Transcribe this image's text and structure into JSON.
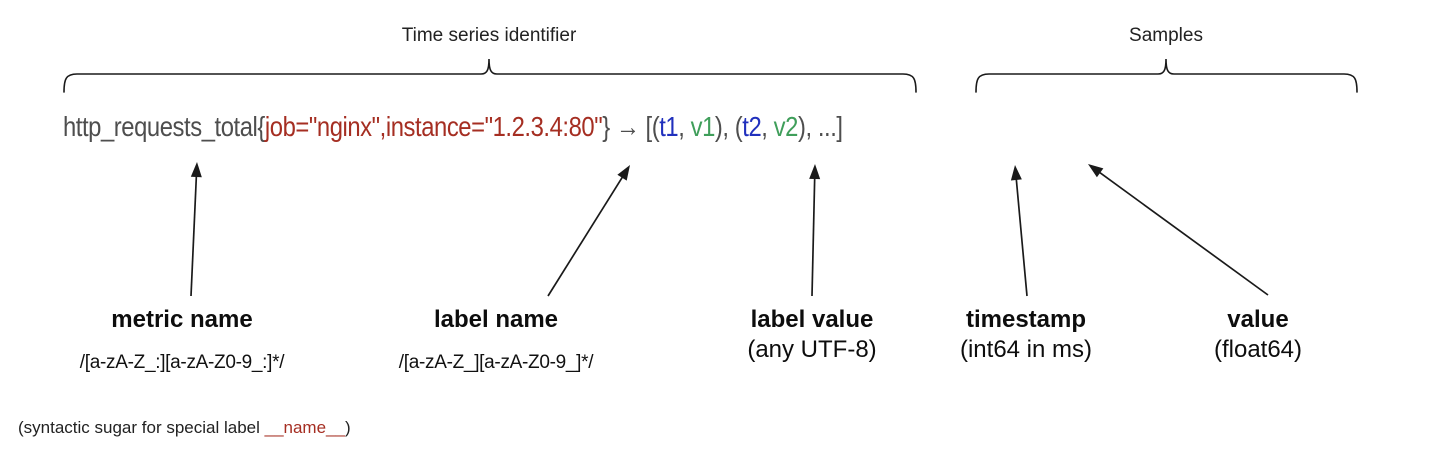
{
  "palette": {
    "code_gray": "#4e4e4e",
    "label_red": "#a52e22",
    "timestamp_blue": "#2030bd",
    "value_green": "#3f9e5a",
    "ink": "#1a1a1a"
  },
  "top": {
    "identifier_label": "Time series identifier",
    "samples_label": "Samples"
  },
  "code": {
    "segments": [
      {
        "text": "http_requests_total",
        "color": "gray",
        "role": "metric-name"
      },
      {
        "text": "{",
        "color": "gray",
        "role": "open-brace"
      },
      {
        "text": "job=\"nginx\",instance=\"1.2.3.4:80\"",
        "color": "red",
        "role": "labels"
      },
      {
        "text": "}",
        "color": "gray",
        "role": "close-brace"
      },
      {
        "text": " → [(",
        "color": "gray",
        "role": "arrow-and-open"
      },
      {
        "text": "t1",
        "color": "blue",
        "role": "timestamp-1"
      },
      {
        "text": ", ",
        "color": "gray",
        "role": "separator"
      },
      {
        "text": "v1",
        "color": "green",
        "role": "value-1"
      },
      {
        "text": "), (",
        "color": "gray",
        "role": "separator"
      },
      {
        "text": "t2",
        "color": "blue",
        "role": "timestamp-2"
      },
      {
        "text": ", ",
        "color": "gray",
        "role": "separator"
      },
      {
        "text": "v2",
        "color": "green",
        "role": "value-2"
      },
      {
        "text": "), ...]",
        "color": "gray",
        "role": "ellipsis-close"
      }
    ]
  },
  "annotations": [
    {
      "title": "metric name",
      "subtitle": "/[a-zA-Z_:][a-zA-Z0-9_:]*/",
      "subtitle_kind": "regex"
    },
    {
      "title": "label name",
      "subtitle": "/[a-zA-Z_][a-zA-Z0-9_]*/",
      "subtitle_kind": "regex"
    },
    {
      "title": "label value",
      "subtitle": "(any UTF-8)",
      "subtitle_kind": "plain"
    },
    {
      "title": "timestamp",
      "subtitle": "(int64 in ms)",
      "subtitle_kind": "plain"
    },
    {
      "title": "value",
      "subtitle": "(float64)",
      "subtitle_kind": "plain"
    }
  ],
  "footnote": {
    "prefix": "(syntactic sugar for special label ",
    "highlight": "__name__",
    "suffix": ")"
  }
}
